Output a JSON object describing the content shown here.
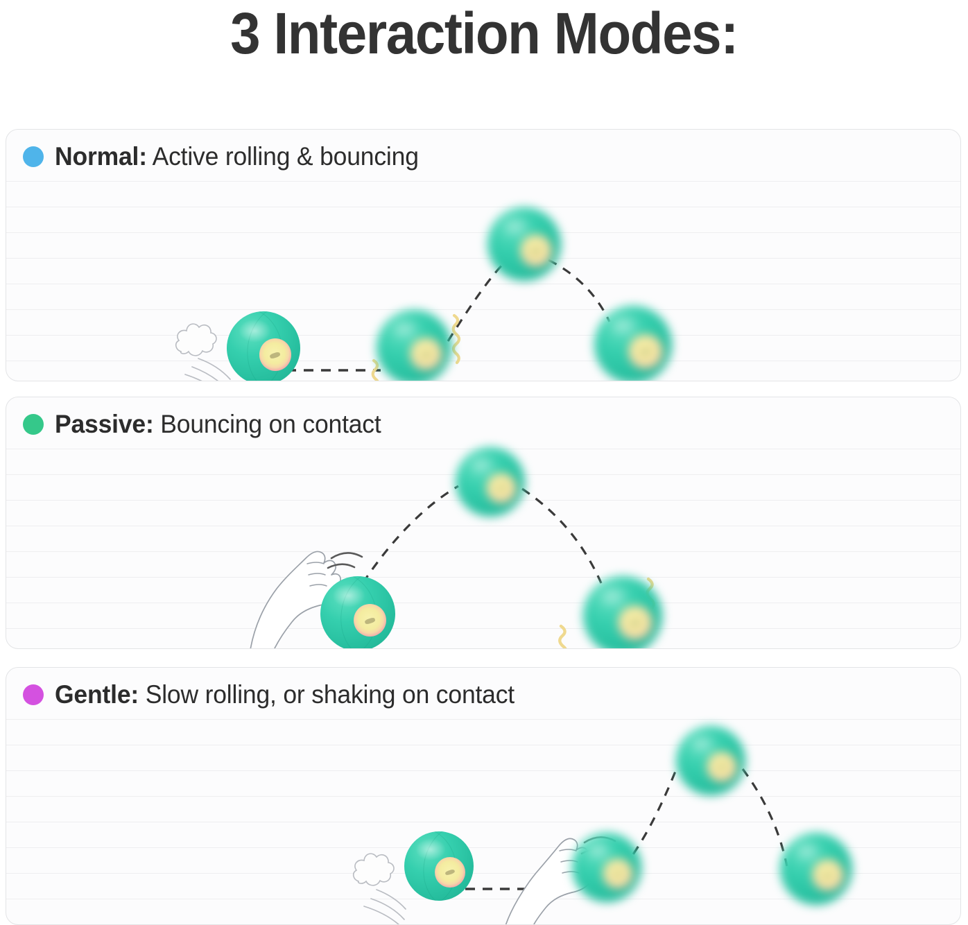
{
  "page": {
    "title": "3 Interaction Modes:",
    "background_color": "#ffffff",
    "title_color": "#333333"
  },
  "modes": [
    {
      "id": "normal",
      "dot_color": "#4FB4EA",
      "name": "Normal:",
      "description": " Active rolling & bouncing",
      "scene": {
        "balls": [
          {
            "state": "rolling",
            "blurred": false
          },
          {
            "state": "bouncing",
            "blurred": true
          },
          {
            "state": "apex",
            "blurred": true
          },
          {
            "state": "landing",
            "blurred": true
          }
        ],
        "effects": [
          "dust-puff",
          "speed-lines",
          "dashed-path",
          "bounce-arc",
          "vibration-squiggle"
        ]
      }
    },
    {
      "id": "passive",
      "dot_color": "#35C88A",
      "name": "Passive:",
      "description": " Bouncing on contact",
      "scene": {
        "balls": [
          {
            "state": "at-rest",
            "blurred": false
          },
          {
            "state": "apex",
            "blurred": true
          },
          {
            "state": "landing",
            "blurred": true
          }
        ],
        "effects": [
          "paw",
          "paw-motion-arcs",
          "bounce-arc",
          "vibration-squiggle"
        ]
      }
    },
    {
      "id": "gentle",
      "dot_color": "#D451E0",
      "name": "Gentle:",
      "description": " Slow rolling, or shaking on contact",
      "scene": {
        "balls": [
          {
            "state": "rolling",
            "blurred": false
          },
          {
            "state": "at-rest",
            "blurred": true
          },
          {
            "state": "apex",
            "blurred": true
          },
          {
            "state": "landing",
            "blurred": true
          }
        ],
        "effects": [
          "dust-puff",
          "speed-lines",
          "dashed-path",
          "paw",
          "paw-motion-arcs",
          "bounce-arc"
        ]
      }
    }
  ],
  "ball_design": {
    "body_color": "#2FC9A6",
    "ring_color": "#F2A2AA",
    "eye_color": "#F4ECA0",
    "label": "interactive-pet-ball"
  },
  "guide_lines": {
    "color": "#EEEEF0",
    "spacing_px": 37
  }
}
